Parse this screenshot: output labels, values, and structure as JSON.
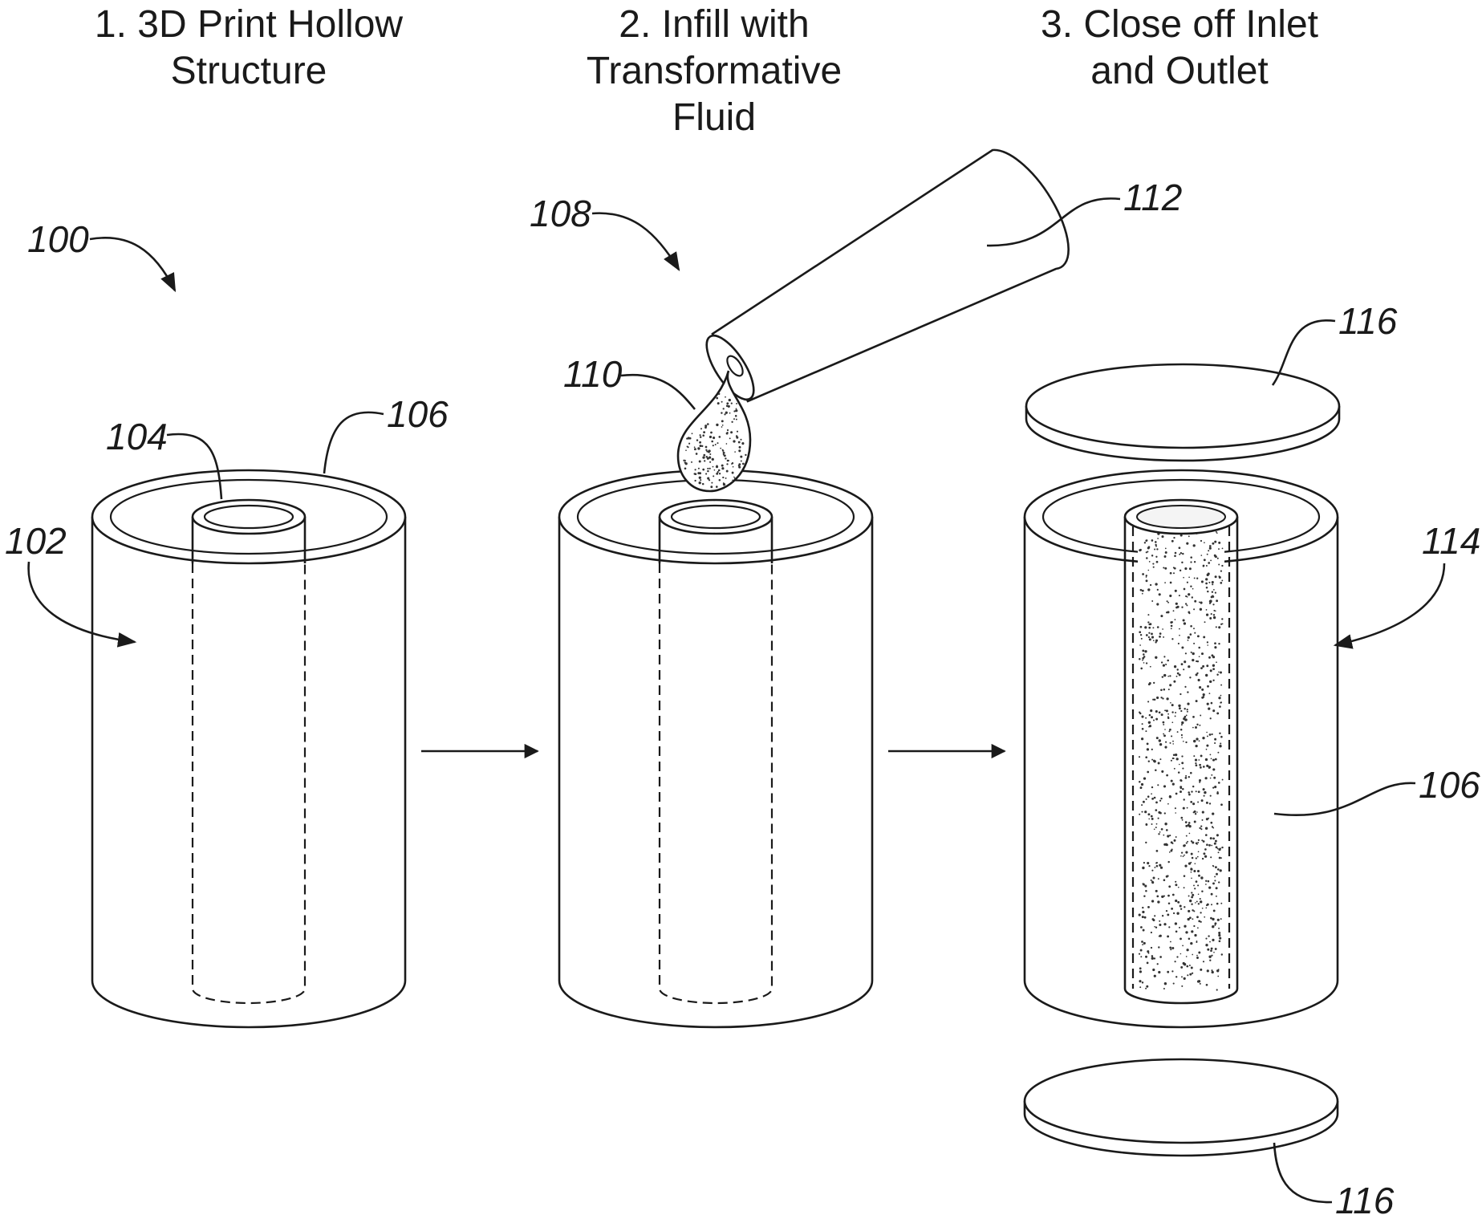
{
  "steps": [
    {
      "line1": "1. 3D Print Hollow",
      "line2": "Structure",
      "line3": ""
    },
    {
      "line1": "2. Infill with",
      "line2": "Transformative",
      "line3": "Fluid"
    },
    {
      "line1": "3. Close off Inlet",
      "line2": "and Outlet",
      "line3": ""
    }
  ],
  "refs": {
    "r100": "100",
    "r102": "102",
    "r104": "104",
    "r106_step1": "106",
    "r108": "108",
    "r110": "110",
    "r112": "112",
    "r114": "114",
    "r116_top": "116",
    "r106_step3": "106",
    "r116_bottom": "116"
  }
}
